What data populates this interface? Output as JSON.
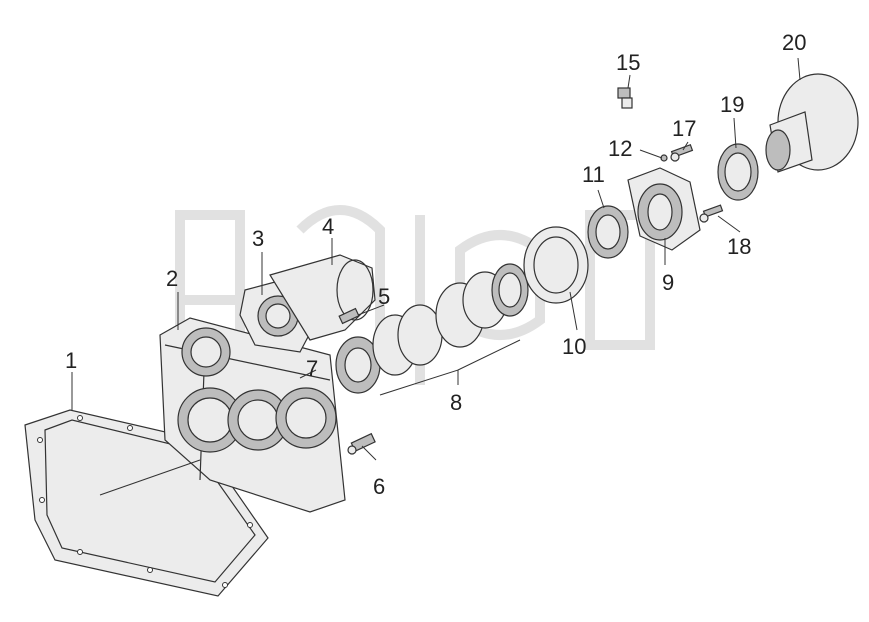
{
  "labels": {
    "p1": "1",
    "p2": "2",
    "p3": "3",
    "p4": "4",
    "p5": "5",
    "p6": "6",
    "p7": "7",
    "p8": "8",
    "p9": "9",
    "p10": "10",
    "p11": "11",
    "p12": "12",
    "p15": "15",
    "p17": "17",
    "p18": "18",
    "p19": "19",
    "p20": "20"
  }
}
